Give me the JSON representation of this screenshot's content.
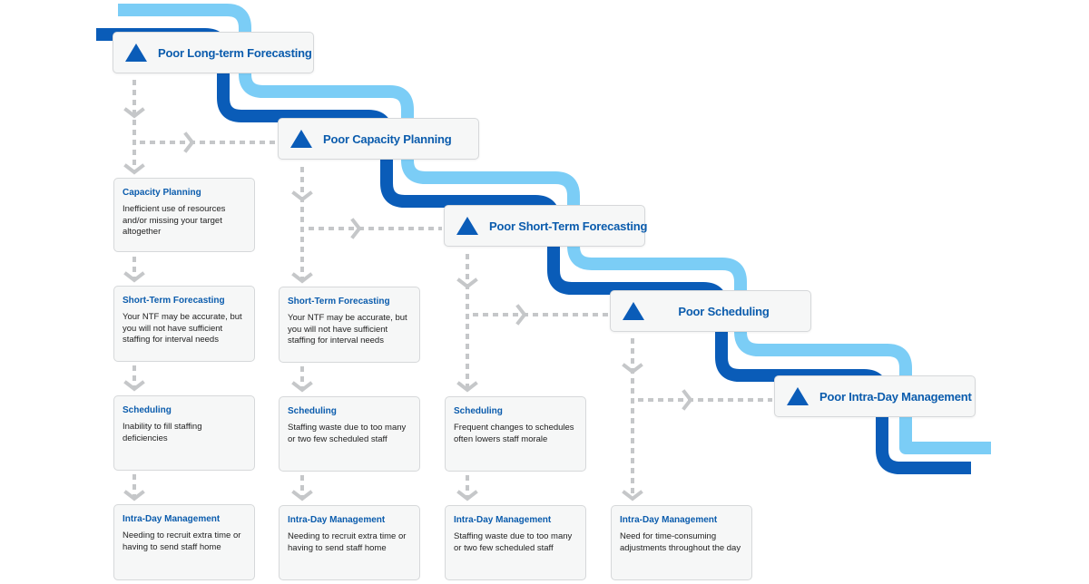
{
  "colors": {
    "dark_blue": "#0a5cb8",
    "light_blue": "#7bcdf6",
    "label_blue": "#0b5cad",
    "dotted_gray": "#c5c7c9",
    "box_fill": "#f6f7f7"
  },
  "stages": [
    {
      "label": "Poor Long-term Forecasting"
    },
    {
      "label": "Poor Capacity Planning"
    },
    {
      "label": "Poor Short-Term Forecasting"
    },
    {
      "label": "Poor Scheduling"
    },
    {
      "label": "Poor Intra-Day Management"
    }
  ],
  "columns": [
    {
      "cards": [
        {
          "title": "Capacity Planning",
          "text": "Inefficient use of resources and/or missing your target altogether"
        },
        {
          "title": "Short-Term Forecasting",
          "text": "Your NTF may be accurate, but you will not have sufficient staffing for interval needs"
        },
        {
          "title": "Scheduling",
          "text": "Inability to fill staffing deficiencies"
        },
        {
          "title": "Intra-Day Management",
          "text": "Needing to recruit extra time or having to send staff home"
        }
      ]
    },
    {
      "cards": [
        {
          "title": "Short-Term Forecasting",
          "text": "Your NTF may be accurate, but you will not have sufficient staffing for interval needs"
        },
        {
          "title": "Scheduling",
          "text": "Staffing waste due to too many or two few scheduled staff"
        },
        {
          "title": "Intra-Day Management",
          "text": "Needing to recruit extra time or having to send staff home"
        }
      ]
    },
    {
      "cards": [
        {
          "title": "Scheduling",
          "text": "Frequent changes to schedules often lowers staff morale"
        },
        {
          "title": "Intra-Day Management",
          "text": "Staffing waste due to too many or two few scheduled staff"
        }
      ]
    },
    {
      "cards": [
        {
          "title": "Intra-Day Management",
          "text": "Need for time-consuming adjustments throughout the day"
        }
      ]
    }
  ]
}
